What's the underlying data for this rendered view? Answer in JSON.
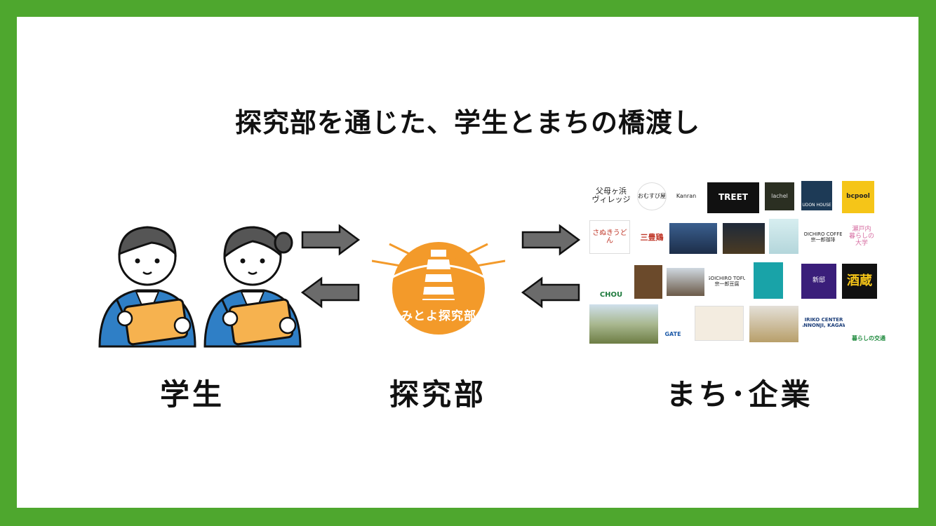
{
  "title": "探究部を通じた、学生とまちの橋渡し",
  "labels": {
    "students": "学生",
    "club": "探究部",
    "town": "まち･企業"
  },
  "logo": {
    "text": "みとよ探究部",
    "color": "#f39a2a"
  },
  "colors": {
    "frame": "#4ea72e",
    "arrow_fill": "#6b6b6b",
    "uniform": "#2f7fc6",
    "tablet": "#f6b24f"
  },
  "partners": {
    "t1": "父母ヶ浜\nヴィレッジ",
    "t2": "おむすび屋",
    "t3": "Kanran",
    "t4": "TREET",
    "t5": "lachel",
    "t6": "UDON HOUSE",
    "t7": "bcpool",
    "t8": "さぬきうどん",
    "t9": "三豊鶏",
    "t14": "SOICHIRO COFFEE\n宗一郎珈琲",
    "t15": "瀬戸内\n暮らしの\n大学",
    "t16": "CHOU",
    "t19": "SOICHIRO TOFU\n宗一郎豆腐",
    "t21": "新邸",
    "t22": "酒蔵",
    "t24": "GATE",
    "t28": "IRIKO CENTER\nKANNONJI, KAGAWA",
    "t29": "暮らしの交通"
  }
}
